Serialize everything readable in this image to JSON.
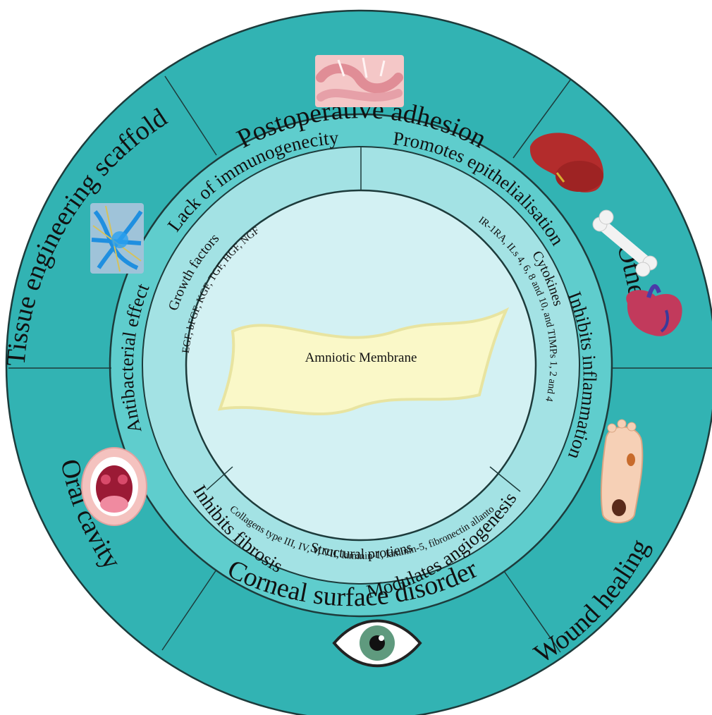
{
  "center": {
    "title": "Amniotic Membrane"
  },
  "applications": {
    "top": "Postoperative adhesion",
    "right_upper": "Others",
    "right_lower": "Wound healing",
    "bottom": "Corneal surface disorder",
    "left_lower": "Oral cavity",
    "left_upper": "Tissue engineering scaffold"
  },
  "properties": {
    "top_left": "Lack of immunogenecity",
    "top_right": "Promotes epithelialisation",
    "right": "Inhibits inflammation",
    "bottom_right": "Modulates angiogenesis",
    "bottom_left": "Inhibits fibrosis",
    "left": "Antibacterial effect"
  },
  "components": {
    "growth_factors": {
      "title": "Growth factors",
      "items": "EGF, bFGF, KGF, TGF, HGF, NGF"
    },
    "cytokines": {
      "title": "Cytokines",
      "items": "IR-1RA, ILs 4, 6, 8 and 10, and TIMPs 1, 2 and 4"
    },
    "structural": {
      "title": "Structural protiens",
      "items": "Collagens type III, IV, V, VII, laminin-1, laminin-5, fibronectin allanto"
    }
  },
  "colors": {
    "outer_ring": "#32b3b3",
    "middle_ring": "#5fcdcd",
    "inner_ring": "#a3e2e4",
    "center": "#d3f1f3",
    "membrane": "#faf8c8"
  },
  "icons": [
    "intestine-icon",
    "liver-icon",
    "bone-icon",
    "heart-icon",
    "foot-wound-icon",
    "eye-icon",
    "mouth-icon",
    "scaffold-icon"
  ]
}
